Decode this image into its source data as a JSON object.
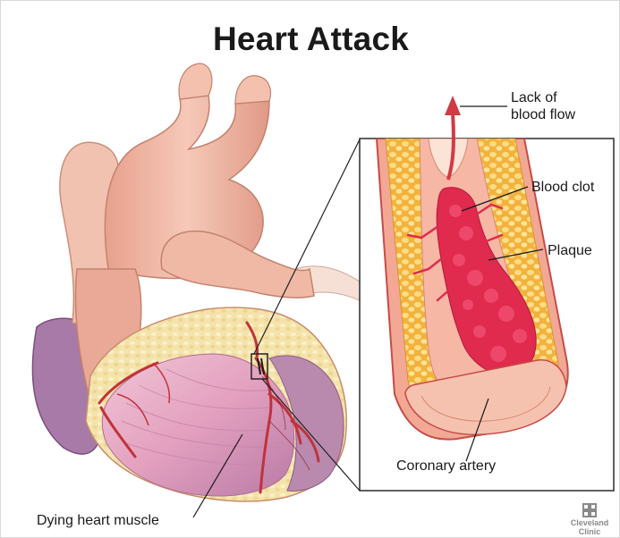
{
  "title": "Heart Attack",
  "labels": {
    "lack_of_blood_flow_line1": "Lack of",
    "lack_of_blood_flow_line2": "blood flow",
    "blood_clot": "Blood clot",
    "plaque": "Plaque",
    "coronary_artery": "Coronary artery",
    "dying_heart_muscle": "Dying heart muscle"
  },
  "brand": {
    "line1": "Cleveland",
    "line2": "Clinic",
    "logo_icon": "cleveland-clinic-logo-icon"
  },
  "colors": {
    "heart_tissue": "#f0b6a3",
    "muscle": "#e6a7c2",
    "fat": "#f5e6b0",
    "vessel_red": "#c8333a",
    "clot_red": "#e2274d",
    "plaque_yellow": "#f4c052",
    "dark_purple": "#9a6a9a"
  }
}
